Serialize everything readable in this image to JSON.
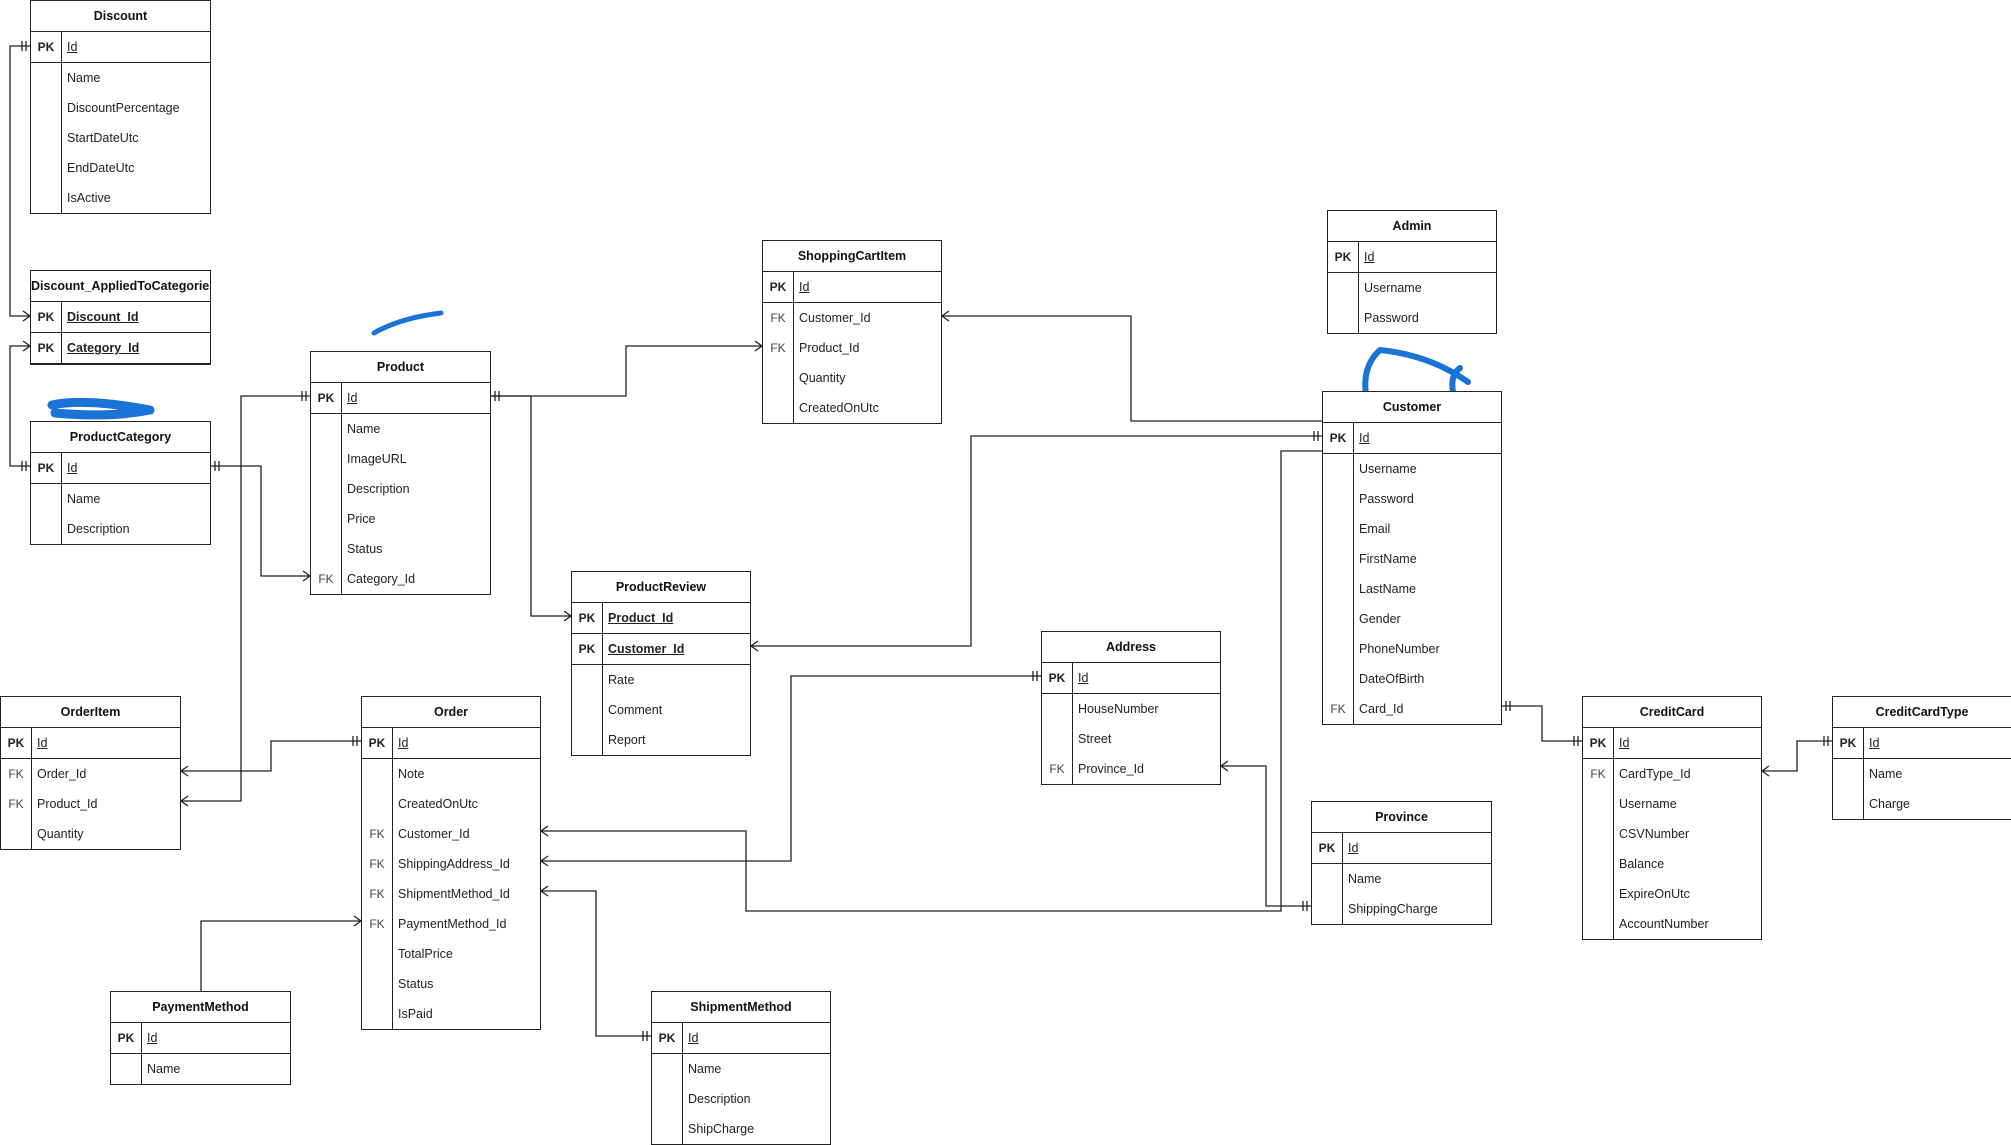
{
  "entities": [
    {
      "id": "discount",
      "title": "Discount",
      "rows": [
        {
          "key": "PK",
          "name": "Id"
        },
        {
          "key": "",
          "name": "Name"
        },
        {
          "key": "",
          "name": "DiscountPercentage"
        },
        {
          "key": "",
          "name": "StartDateUtc"
        },
        {
          "key": "",
          "name": "EndDateUtc"
        },
        {
          "key": "",
          "name": "IsActive"
        }
      ]
    },
    {
      "id": "discount_applied",
      "title": "Discount_AppliedToCategories",
      "rows": [
        {
          "key": "PK",
          "name": "Discount_Id"
        },
        {
          "key": "PK",
          "name": "Category_Id"
        }
      ]
    },
    {
      "id": "productcategory",
      "title": "ProductCategory",
      "rows": [
        {
          "key": "PK",
          "name": "Id"
        },
        {
          "key": "",
          "name": "Name"
        },
        {
          "key": "",
          "name": "Description"
        }
      ]
    },
    {
      "id": "product",
      "title": "Product",
      "rows": [
        {
          "key": "PK",
          "name": "Id"
        },
        {
          "key": "",
          "name": "Name"
        },
        {
          "key": "",
          "name": "ImageURL"
        },
        {
          "key": "",
          "name": "Description"
        },
        {
          "key": "",
          "name": "Price"
        },
        {
          "key": "",
          "name": "Status"
        },
        {
          "key": "FK",
          "name": "Category_Id"
        }
      ]
    },
    {
      "id": "shoppingcartitem",
      "title": "ShoppingCartItem",
      "rows": [
        {
          "key": "PK",
          "name": "Id"
        },
        {
          "key": "FK",
          "name": "Customer_Id"
        },
        {
          "key": "FK",
          "name": "Product_Id"
        },
        {
          "key": "",
          "name": "Quantity"
        },
        {
          "key": "",
          "name": "CreatedOnUtc"
        }
      ]
    },
    {
      "id": "admin",
      "title": "Admin",
      "rows": [
        {
          "key": "PK",
          "name": "Id"
        },
        {
          "key": "",
          "name": "Username"
        },
        {
          "key": "",
          "name": "Password"
        }
      ]
    },
    {
      "id": "customer",
      "title": "Customer",
      "rows": [
        {
          "key": "PK",
          "name": "Id"
        },
        {
          "key": "",
          "name": "Username"
        },
        {
          "key": "",
          "name": "Password"
        },
        {
          "key": "",
          "name": "Email"
        },
        {
          "key": "",
          "name": "FirstName"
        },
        {
          "key": "",
          "name": "LastName"
        },
        {
          "key": "",
          "name": "Gender"
        },
        {
          "key": "",
          "name": "PhoneNumber"
        },
        {
          "key": "",
          "name": "DateOfBirth"
        },
        {
          "key": "FK",
          "name": "Card_Id"
        }
      ]
    },
    {
      "id": "productreview",
      "title": "ProductReview",
      "rows": [
        {
          "key": "PK",
          "name": "Product_Id"
        },
        {
          "key": "PK",
          "name": "Customer_Id"
        },
        {
          "key": "",
          "name": "Rate"
        },
        {
          "key": "",
          "name": "Comment"
        },
        {
          "key": "",
          "name": "Report"
        }
      ]
    },
    {
      "id": "address",
      "title": "Address",
      "rows": [
        {
          "key": "PK",
          "name": "Id"
        },
        {
          "key": "",
          "name": "HouseNumber"
        },
        {
          "key": "",
          "name": "Street"
        },
        {
          "key": "FK",
          "name": "Province_Id"
        }
      ]
    },
    {
      "id": "orderitem",
      "title": "OrderItem",
      "rows": [
        {
          "key": "PK",
          "name": "Id"
        },
        {
          "key": "FK",
          "name": "Order_Id"
        },
        {
          "key": "FK",
          "name": "Product_Id"
        },
        {
          "key": "",
          "name": "Quantity"
        }
      ]
    },
    {
      "id": "order",
      "title": "Order",
      "rows": [
        {
          "key": "PK",
          "name": "Id"
        },
        {
          "key": "",
          "name": "Note"
        },
        {
          "key": "",
          "name": "CreatedOnUtc"
        },
        {
          "key": "FK",
          "name": "Customer_Id"
        },
        {
          "key": "FK",
          "name": "ShippingAddress_Id"
        },
        {
          "key": "FK",
          "name": "ShipmentMethod_Id"
        },
        {
          "key": "FK",
          "name": "PaymentMethod_Id"
        },
        {
          "key": "",
          "name": "TotalPrice"
        },
        {
          "key": "",
          "name": "Status"
        },
        {
          "key": "",
          "name": "IsPaid"
        }
      ]
    },
    {
      "id": "province",
      "title": "Province",
      "rows": [
        {
          "key": "PK",
          "name": "Id"
        },
        {
          "key": "",
          "name": "Name"
        },
        {
          "key": "",
          "name": "ShippingCharge"
        }
      ]
    },
    {
      "id": "creditcard",
      "title": "CreditCard",
      "rows": [
        {
          "key": "PK",
          "name": "Id"
        },
        {
          "key": "FK",
          "name": "CardType_Id"
        },
        {
          "key": "",
          "name": "Username"
        },
        {
          "key": "",
          "name": "CSVNumber"
        },
        {
          "key": "",
          "name": "Balance"
        },
        {
          "key": "",
          "name": "ExpireOnUtc"
        },
        {
          "key": "",
          "name": "AccountNumber"
        }
      ]
    },
    {
      "id": "creditcardtype",
      "title": "CreditCardType",
      "rows": [
        {
          "key": "PK",
          "name": "Id"
        },
        {
          "key": "",
          "name": "Name"
        },
        {
          "key": "",
          "name": "Charge"
        }
      ]
    },
    {
      "id": "paymentmethod",
      "title": "PaymentMethod",
      "rows": [
        {
          "key": "PK",
          "name": "Id"
        },
        {
          "key": "",
          "name": "Name"
        }
      ]
    },
    {
      "id": "shipmentmethod",
      "title": "ShipmentMethod",
      "rows": [
        {
          "key": "PK",
          "name": "Id"
        },
        {
          "key": "",
          "name": "Name"
        },
        {
          "key": "",
          "name": "Description"
        },
        {
          "key": "",
          "name": "ShipCharge"
        }
      ]
    }
  ],
  "colors": {
    "line": "#222222",
    "annotation": "#1a73d6"
  }
}
